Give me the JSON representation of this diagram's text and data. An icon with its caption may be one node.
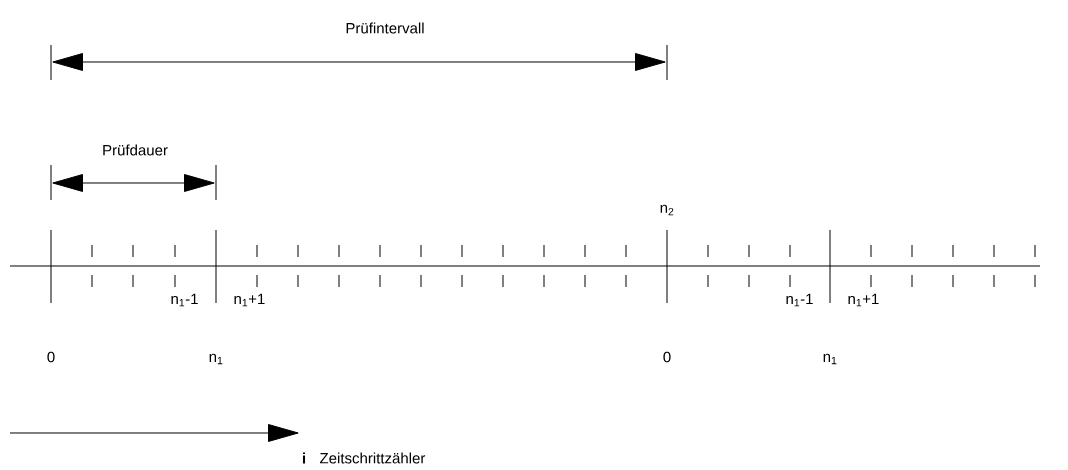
{
  "diagram": {
    "labels": [
      "Prüfintervall",
      "Prüfdauer",
      "n$_{2}$",
      "n$_{1}$-1",
      "n$_{1}$+1",
      "n$_{1}$-1",
      "n$_{1}$+1",
      "0",
      "n$_{1}$",
      "0",
      "n$_{1}$",
      "i",
      "Zeitschrittzähler"
    ]
  }
}
